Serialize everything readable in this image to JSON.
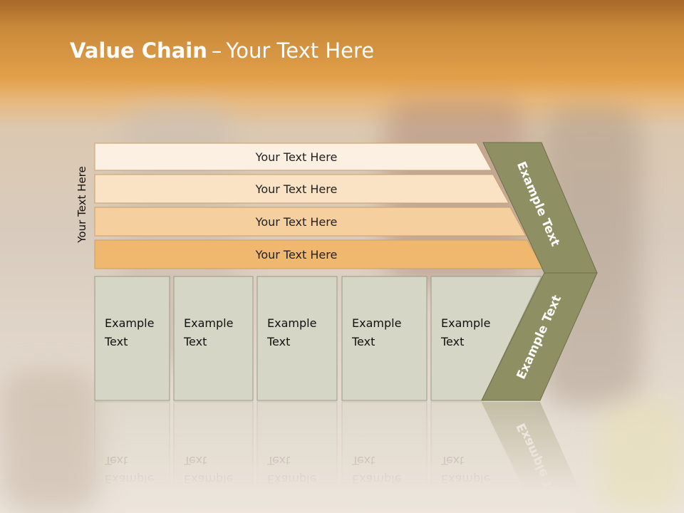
{
  "slide": {
    "title_bold": "Value Chain",
    "title_sep": "–",
    "title_rest": "Your Text Here",
    "vertical_label": "Your Text Here"
  },
  "bars": [
    {
      "label": "Your Text Here",
      "color": "#fbf0e1"
    },
    {
      "label": "Your Text Here",
      "color": "#fae2c4"
    },
    {
      "label": "Your Text Here",
      "color": "#f6cf9e"
    },
    {
      "label": "Your Text Here",
      "color": "#f0b86e"
    }
  ],
  "columns": [
    {
      "line1": "Example",
      "line2": "Text"
    },
    {
      "line1": "Example",
      "line2": "Text"
    },
    {
      "line1": "Example",
      "line2": "Text"
    },
    {
      "line1": "Example",
      "line2": "Text"
    },
    {
      "line1": "Example",
      "line2": "Text"
    }
  ],
  "chevron": {
    "upper_label": "Example Text",
    "lower_label": "Example Text",
    "color": "#8e8f62"
  },
  "colors": {
    "column_fill": "#d6d6c6",
    "column_stroke": "#9a9a88",
    "bar_stroke": "#c9a06a",
    "header_orange": "#e3a04a"
  }
}
